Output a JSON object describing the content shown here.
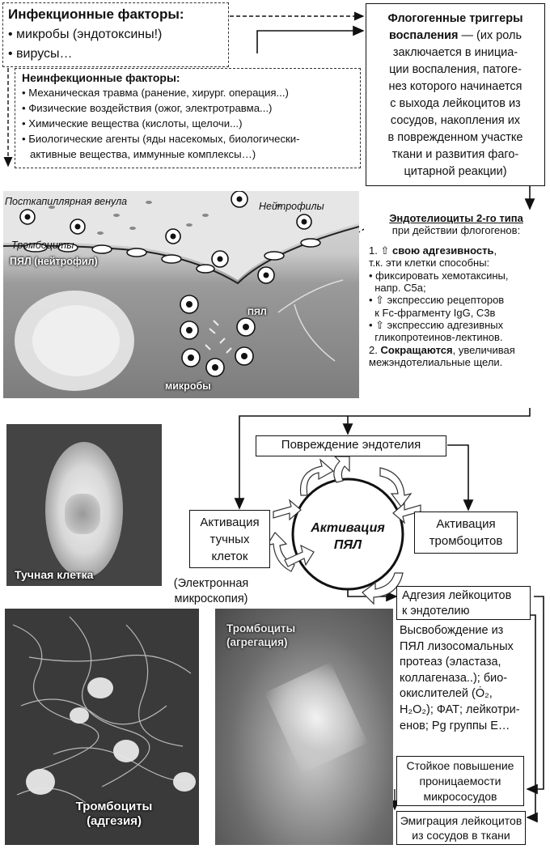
{
  "infectious": {
    "title": "Инфекционные факторы:",
    "items": [
      "микробы (эндотоксины!)",
      "вирусы…"
    ]
  },
  "noninfectious": {
    "title": "Неинфекционные факторы:",
    "items": [
      "Механическая травма (ранение, хирург. операция...)",
      "Физические воздействия (ожог, электротравма...)",
      "Химические вещества (кислоты, щелочи...)",
      "Биологические агенты (яды насекомых, биологически-",
      "активные вещества, иммунные комплексы…)"
    ]
  },
  "triggers": {
    "title1": "Флогогенные триггеры",
    "title2": "воспаления",
    "lines": [
      " — (их роль",
      "заключается в инициа-",
      "ции воспаления, патоге-",
      "нез которого начинается",
      "с выхода лейкоцитов из",
      "сосудов, накопления их",
      "в поврежденном участке",
      "ткани и развития фаго-",
      "цитарной реакции)"
    ]
  },
  "illustration": {
    "venule": "Посткапиллярная венула",
    "neutrophils": "Нейтрофилы",
    "platelets": "Тромбоциты",
    "pmn": "ПЯЛ (нейтрофил)",
    "pmn_short": "ПЯЛ",
    "microbes": "микробы"
  },
  "endothelium": {
    "title": "Эндотелиоциты 2-го типа",
    "sub": "при действии флогогенов:",
    "l1_num": "1. ⇧ ",
    "l1_bold": "свою адгезивность",
    "l1_rest": ",",
    "l2": "т.к. эти клетки способны:",
    "b1": "фиксировать хемотаксины,",
    "b1b": "напр. С5а;",
    "b2": "⇧ экспрессию рецепторов",
    "b2b": "к Fc-фрагменту IgG, C3в",
    "b3": "⇧ экспрессию адгезивных",
    "b3b": "гликопротеинов-лектинов.",
    "l3_num": "2. ",
    "l3_bold": "Сокращаются",
    "l3_rest": ", увеличивая",
    "l4": "межэндотелиальные щели."
  },
  "mastcell": {
    "label": "Тучная клетка"
  },
  "cycle": {
    "damage": "Повреждение эндотелия",
    "mast": [
      "Активация",
      "тучных",
      "клеток"
    ],
    "center": [
      "Активация",
      "ПЯЛ"
    ],
    "platelet": [
      "Активация",
      "тромбоцитов"
    ]
  },
  "em_note": [
    "(Электронная",
    "микроскопия)"
  ],
  "photos": {
    "adhesion": [
      "Тромбоциты",
      "(адгезия)"
    ],
    "aggregation": [
      "Тромбоциты",
      "(агрегация)"
    ]
  },
  "adhesion_box": [
    "Адгезия лейкоцитов",
    "к эндотелию"
  ],
  "release": [
    "Высвобождение из",
    "ПЯЛ лизосомальных",
    "протеаз (эластаза,",
    "коллагеназа..); био-",
    "окислителей (Ȯ₂,",
    "H₂O₂); ФАТ; лейкотри-",
    "енов; Pg группы Е…"
  ],
  "permeability": [
    "Стойкое повышение",
    "проницаемости",
    "микрососудов"
  ],
  "emigration": [
    "Эмиграция лейкоцитов",
    "из сосудов в ткани"
  ]
}
